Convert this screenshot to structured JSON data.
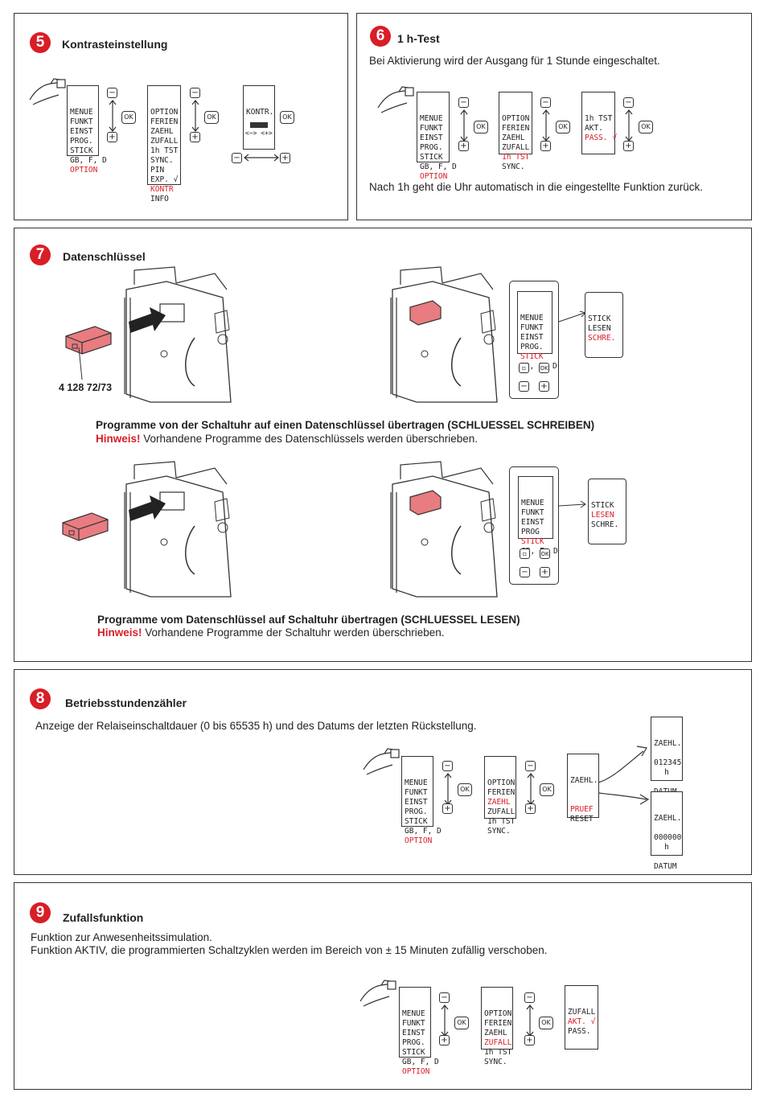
{
  "sections": {
    "s5": {
      "num": "5",
      "title": "Kontrasteinstellung",
      "lcd1": [
        "MENUE",
        "FUNKT",
        "EINST",
        "PROG.",
        "STICK",
        "GB, F, D",
        "OPTION"
      ],
      "lcd2": [
        "OPTION",
        "FERIEN",
        "ZAEHL",
        "ZUFALL",
        "1h TST",
        "SYNC.",
        "PIN",
        "EXP. √",
        "KONTR",
        "INFO"
      ],
      "lcd3_title": "KONTR.",
      "lcd3_scale": "<−> <+>"
    },
    "s6": {
      "num": "6",
      "title": "1 h-Test",
      "text1": "Bei Aktivierung wird der Ausgang für 1 Stunde eingeschaltet.",
      "lcd1": [
        "MENUE",
        "FUNKT",
        "EINST",
        "PROG.",
        "STICK",
        "GB, F, D",
        "OPTION"
      ],
      "lcd2": [
        "OPTION",
        "FERIEN",
        "ZAEHL",
        "ZUFALL",
        "1h TST",
        "SYNC."
      ],
      "lcd3": [
        "1h TST",
        "AKT.",
        "PASS. √"
      ],
      "text2": "Nach 1h geht die Uhr automatisch in die eingestellte Funktion zurück."
    },
    "s7": {
      "num": "7",
      "title": "Datenschlüssel",
      "part_no": "4 128 72/73",
      "lcd_menu": [
        "MENUE",
        "FUNKT",
        "EINST",
        "PROG.",
        "STICK",
        "GB, F, D"
      ],
      "lcd_menu2": [
        "MENUE",
        "FUNKT",
        "EINST",
        "PROG",
        "STICK",
        "GB, F, D"
      ],
      "lcd_stick": [
        "STICK",
        "LESEN",
        "SCHRE."
      ],
      "write_title": "Programme von der Schaltuhr auf einen Datenschlüssel übertragen (SCHLUESSEL SCHREIBEN)",
      "write_note_label": "Hinweis!",
      "write_note": " Vorhandene Programme des Datenschlüssels werden überschrieben.",
      "read_title": "Programme vom Datenschlüssel auf Schaltuhr übertragen (SCHLUESSEL LESEN)",
      "read_note_label": "Hinweis!",
      "read_note": " Vorhandene Programme der Schaltuhr werden überschrieben."
    },
    "s8": {
      "num": "8",
      "title": "Betriebsstundenzähler",
      "text1": "Anzeige der Relaiseinschaltdauer (0 bis 65535 h) und des Datums der letzten Rückstellung.",
      "lcd1": [
        "MENUE",
        "FUNKT",
        "EINST",
        "PROG.",
        "STICK",
        "GB, F, D",
        "OPTION"
      ],
      "lcd2": [
        "OPTION",
        "FERIEN",
        "ZAEHL",
        "ZUFALL",
        "1h TST",
        "SYNC."
      ],
      "lcd3": [
        "ZAEHL.",
        "",
        "",
        "PRUEF",
        "RESET"
      ],
      "lcd4": [
        "ZAEHL.",
        "",
        "012345",
        "h",
        "",
        "DATUM"
      ],
      "lcd5": [
        "ZAEHL.",
        "",
        "000000",
        "h",
        "",
        "DATUM"
      ]
    },
    "s9": {
      "num": "9",
      "title": "Zufallsfunktion",
      "text1": "Funktion zur Anwesenheitssimulation.",
      "text2": "Funktion AKTIV, die programmierten Schaltzyklen werden im Bereich von ± 15 Minuten zufällig verschoben.",
      "lcd1": [
        "MENUE",
        "FUNKT",
        "EINST",
        "PROG.",
        "STICK",
        "GB, F, D",
        "OPTION"
      ],
      "lcd2": [
        "OPTION",
        "FERIEN",
        "ZAEHL",
        "ZUFALL",
        "1h TST",
        "SYNC."
      ],
      "lcd3": [
        "ZUFALL",
        "AKT. √",
        "PASS."
      ]
    }
  },
  "buttons": {
    "ok": "OK",
    "minus": "−",
    "plus": "+"
  },
  "colors": {
    "accent": "#d81e27",
    "key": "#e87c80"
  }
}
